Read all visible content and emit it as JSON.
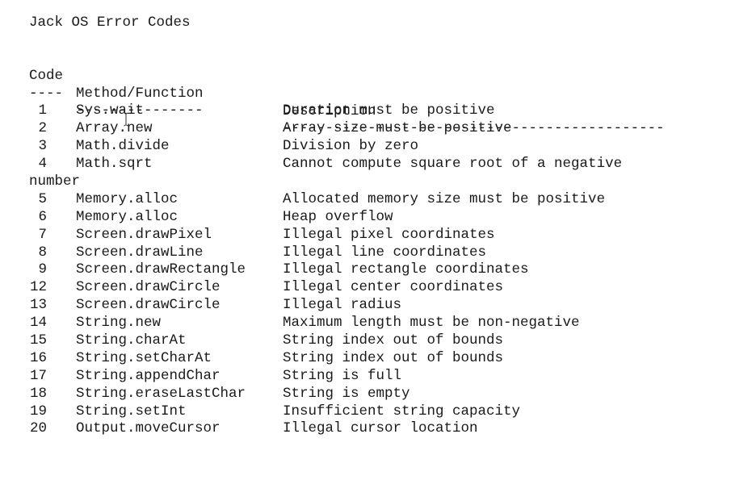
{
  "document": {
    "title": "Jack OS Error Codes",
    "headers": {
      "code": "Code",
      "method": "Method/Function",
      "description": "Description"
    },
    "separators": {
      "code": "----",
      "method": "---------------",
      "description": "---------------------------------------------",
      "wrap": "-"
    },
    "rows": [
      {
        "code": "1",
        "method": "Sys.wait",
        "description": "Duration must be positive"
      },
      {
        "code": "2",
        "method": "Array.new",
        "description": "Array size must be positive"
      },
      {
        "code": "3",
        "method": "Math.divide",
        "description": "Division by zero"
      },
      {
        "code": "4",
        "method": "Math.sqrt",
        "description": "Cannot compute square root of a negative",
        "wrap": "number"
      },
      {
        "code": "5",
        "method": "Memory.alloc",
        "description": "Allocated memory size must be positive"
      },
      {
        "code": "6",
        "method": "Memory.alloc",
        "description": "Heap overflow"
      },
      {
        "code": "7",
        "method": "Screen.drawPixel",
        "description": "Illegal pixel coordinates"
      },
      {
        "code": "8",
        "method": "Screen.drawLine",
        "description": "Illegal line coordinates"
      },
      {
        "code": "9",
        "method": "Screen.drawRectangle",
        "description": "Illegal rectangle coordinates"
      },
      {
        "code": "12",
        "method": "Screen.drawCircle",
        "description": "Illegal center coordinates"
      },
      {
        "code": "13",
        "method": "Screen.drawCircle",
        "description": "Illegal radius"
      },
      {
        "code": "14",
        "method": "String.new",
        "description": "Maximum length must be non-negative"
      },
      {
        "code": "15",
        "method": "String.charAt",
        "description": "String index out of bounds"
      },
      {
        "code": "16",
        "method": "String.setCharAt",
        "description": "String index out of bounds"
      },
      {
        "code": "17",
        "method": "String.appendChar",
        "description": "String is full"
      },
      {
        "code": "18",
        "method": "String.eraseLastChar",
        "description": "String is empty"
      },
      {
        "code": "19",
        "method": "String.setInt",
        "description": "Insufficient string capacity"
      },
      {
        "code": "20",
        "method": "Output.moveCursor",
        "description": "Illegal cursor location"
      }
    ]
  },
  "cursor": {
    "icon": "text-cursor-icon"
  }
}
